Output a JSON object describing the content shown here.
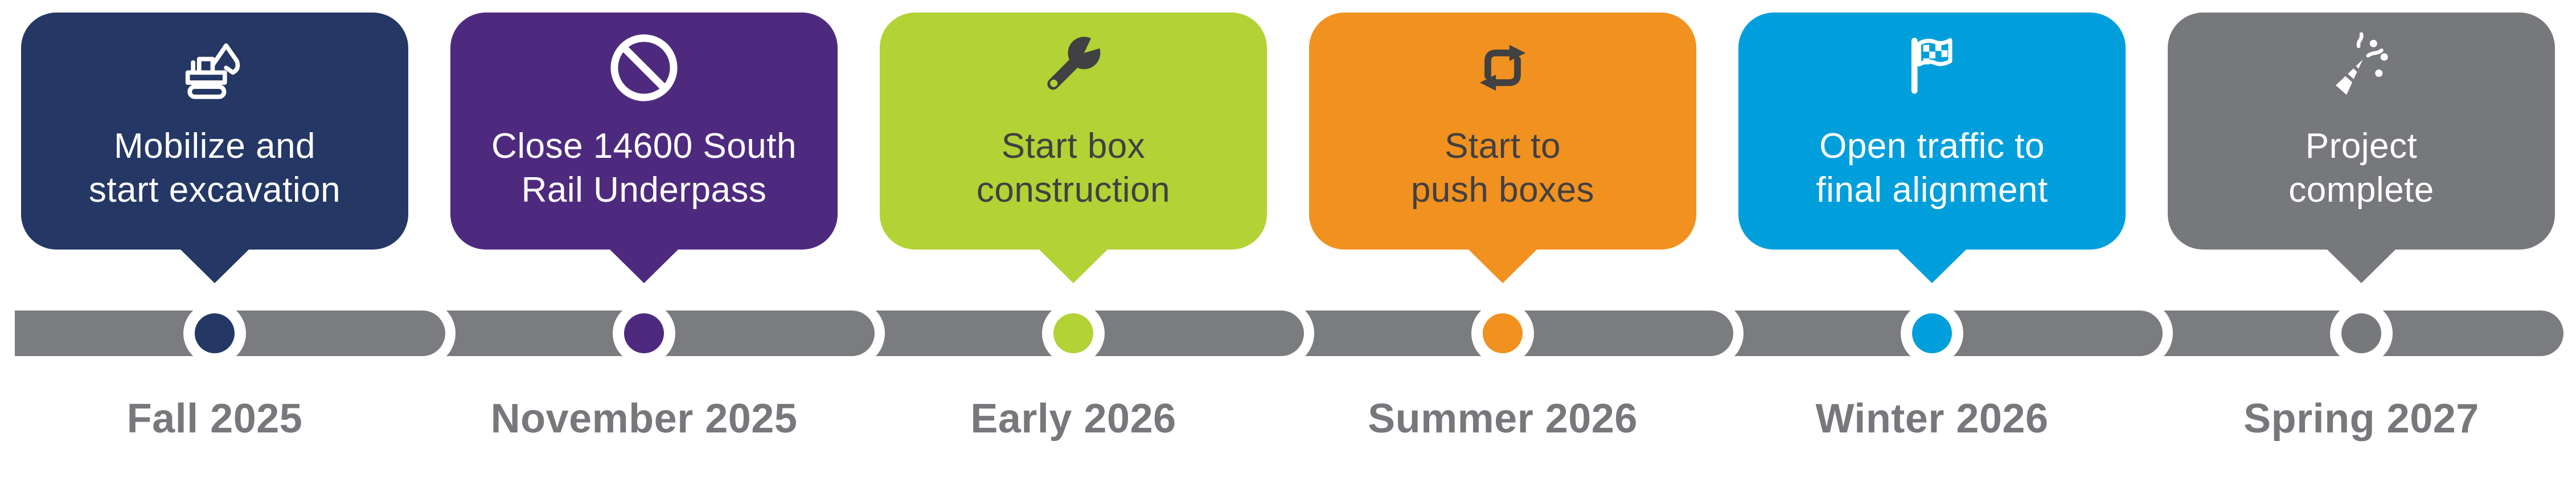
{
  "page": {
    "background": "#FFFFFF"
  },
  "timeline": {
    "bar_color": "#7B7C7F",
    "ring_color": "#FFFFFF",
    "label_color": "#77787B",
    "milestones": [
      {
        "title_line1": "Mobilize and",
        "title_line2": "start excavation",
        "date": "Fall 2025",
        "color": "#243765",
        "text_color": "#FFFFFF",
        "icon": "excavator-icon"
      },
      {
        "title_line1": "Close 14600 South",
        "title_line2": "Rail Underpass",
        "date": "November 2025",
        "color": "#4E2A7F",
        "text_color": "#FFFFFF",
        "icon": "no-entry-icon"
      },
      {
        "title_line1": "Start box",
        "title_line2": "construction",
        "date": "Early 2026",
        "color": "#B2D235",
        "text_color": "#414042",
        "icon": "wrench-icon"
      },
      {
        "title_line1": "Start to",
        "title_line2": "push boxes",
        "date": "Summer 2026",
        "color": "#F1911F",
        "text_color": "#414042",
        "icon": "transfer-arrows-icon"
      },
      {
        "title_line1": "Open traffic to",
        "title_line2": "final alignment",
        "date": "Winter 2026",
        "color": "#009FDC",
        "text_color": "#FFFFFF",
        "icon": "checkered-flag-icon"
      },
      {
        "title_line1": "Project",
        "title_line2": "complete",
        "date": "Spring 2027",
        "color": "#77787B",
        "text_color": "#FFFFFF",
        "icon": "party-popper-icon"
      }
    ]
  }
}
